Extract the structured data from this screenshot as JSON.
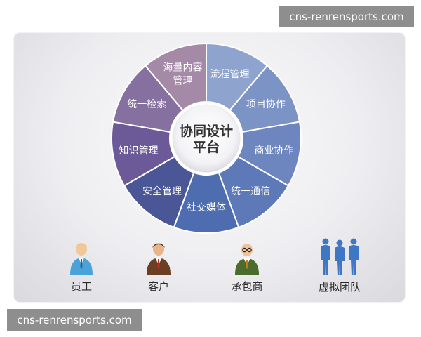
{
  "watermark_top": "cns-renrensports.com",
  "watermark_bottom": "cns-renrensports.com",
  "center": {
    "line1": "协同设计",
    "line2": "平台"
  },
  "segments": [
    {
      "lines": [
        "流程管理"
      ],
      "color": "#8ea3cd"
    },
    {
      "lines": [
        "项目协作"
      ],
      "color": "#7c93c6"
    },
    {
      "lines": [
        "商业协作"
      ],
      "color": "#6e86bf"
    },
    {
      "lines": [
        "统一通信"
      ],
      "color": "#5d79b8"
    },
    {
      "lines": [
        "社交媒体"
      ],
      "color": "#4d6db0"
    },
    {
      "lines": [
        "安全管理"
      ],
      "color": "#4a5696"
    },
    {
      "lines": [
        "知识管理"
      ],
      "color": "#6b5a97"
    },
    {
      "lines": [
        "统一检索"
      ],
      "color": "#86709f"
    },
    {
      "lines": [
        "海量内容",
        "管理"
      ],
      "color": "#a58aa8"
    }
  ],
  "stakeholders": [
    {
      "label": "员工",
      "icon": "employee-icon"
    },
    {
      "label": "客户",
      "icon": "customer-icon"
    },
    {
      "label": "承包商",
      "icon": "contractor-icon"
    },
    {
      "label": "虚拟团队",
      "icon": "virtual-team-icon"
    }
  ]
}
